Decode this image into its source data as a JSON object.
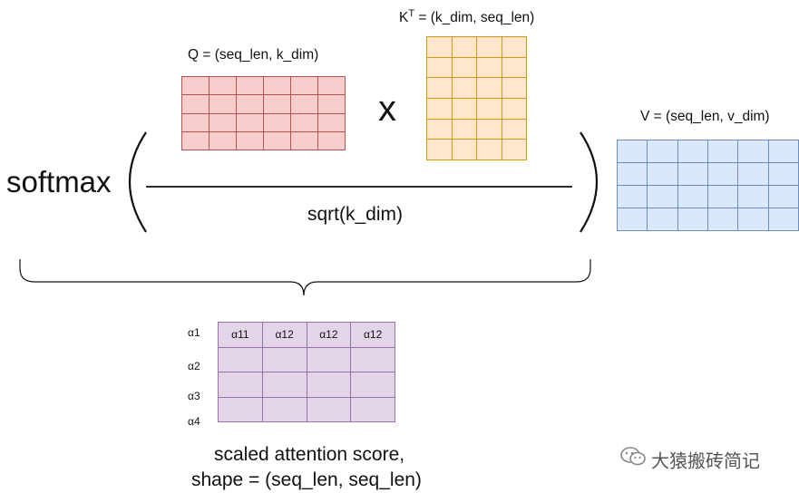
{
  "q_label": "Q = (seq_len, k_dim)",
  "kt_label_prefix": "K",
  "kt_label_sup": "T",
  "kt_label_rest": " = (k_dim, seq_len)",
  "multiply_sign": "x",
  "v_label": "V = (seq_len, v_dim)",
  "softmax_label": "softmax",
  "denominator_label": "sqrt(k_dim)",
  "score_grid": {
    "header": [
      "α11",
      "α12",
      "α12",
      "α12"
    ],
    "row_labels": [
      "α1",
      "α2",
      "α3",
      "α4"
    ]
  },
  "caption_line1": "scaled attention score,",
  "caption_line2": "shape = (seq_len, seq_len)",
  "watermark": "大猿搬砖简记",
  "colors": {
    "q_fill": "#f8cecc",
    "q_line": "#b85450",
    "k_fill": "#ffe6cc",
    "k_line": "#d79b00",
    "v_fill": "#dae8fc",
    "v_line": "#6c8ebf",
    "score_fill": "#e1d5e7",
    "score_line": "#9673a6"
  }
}
